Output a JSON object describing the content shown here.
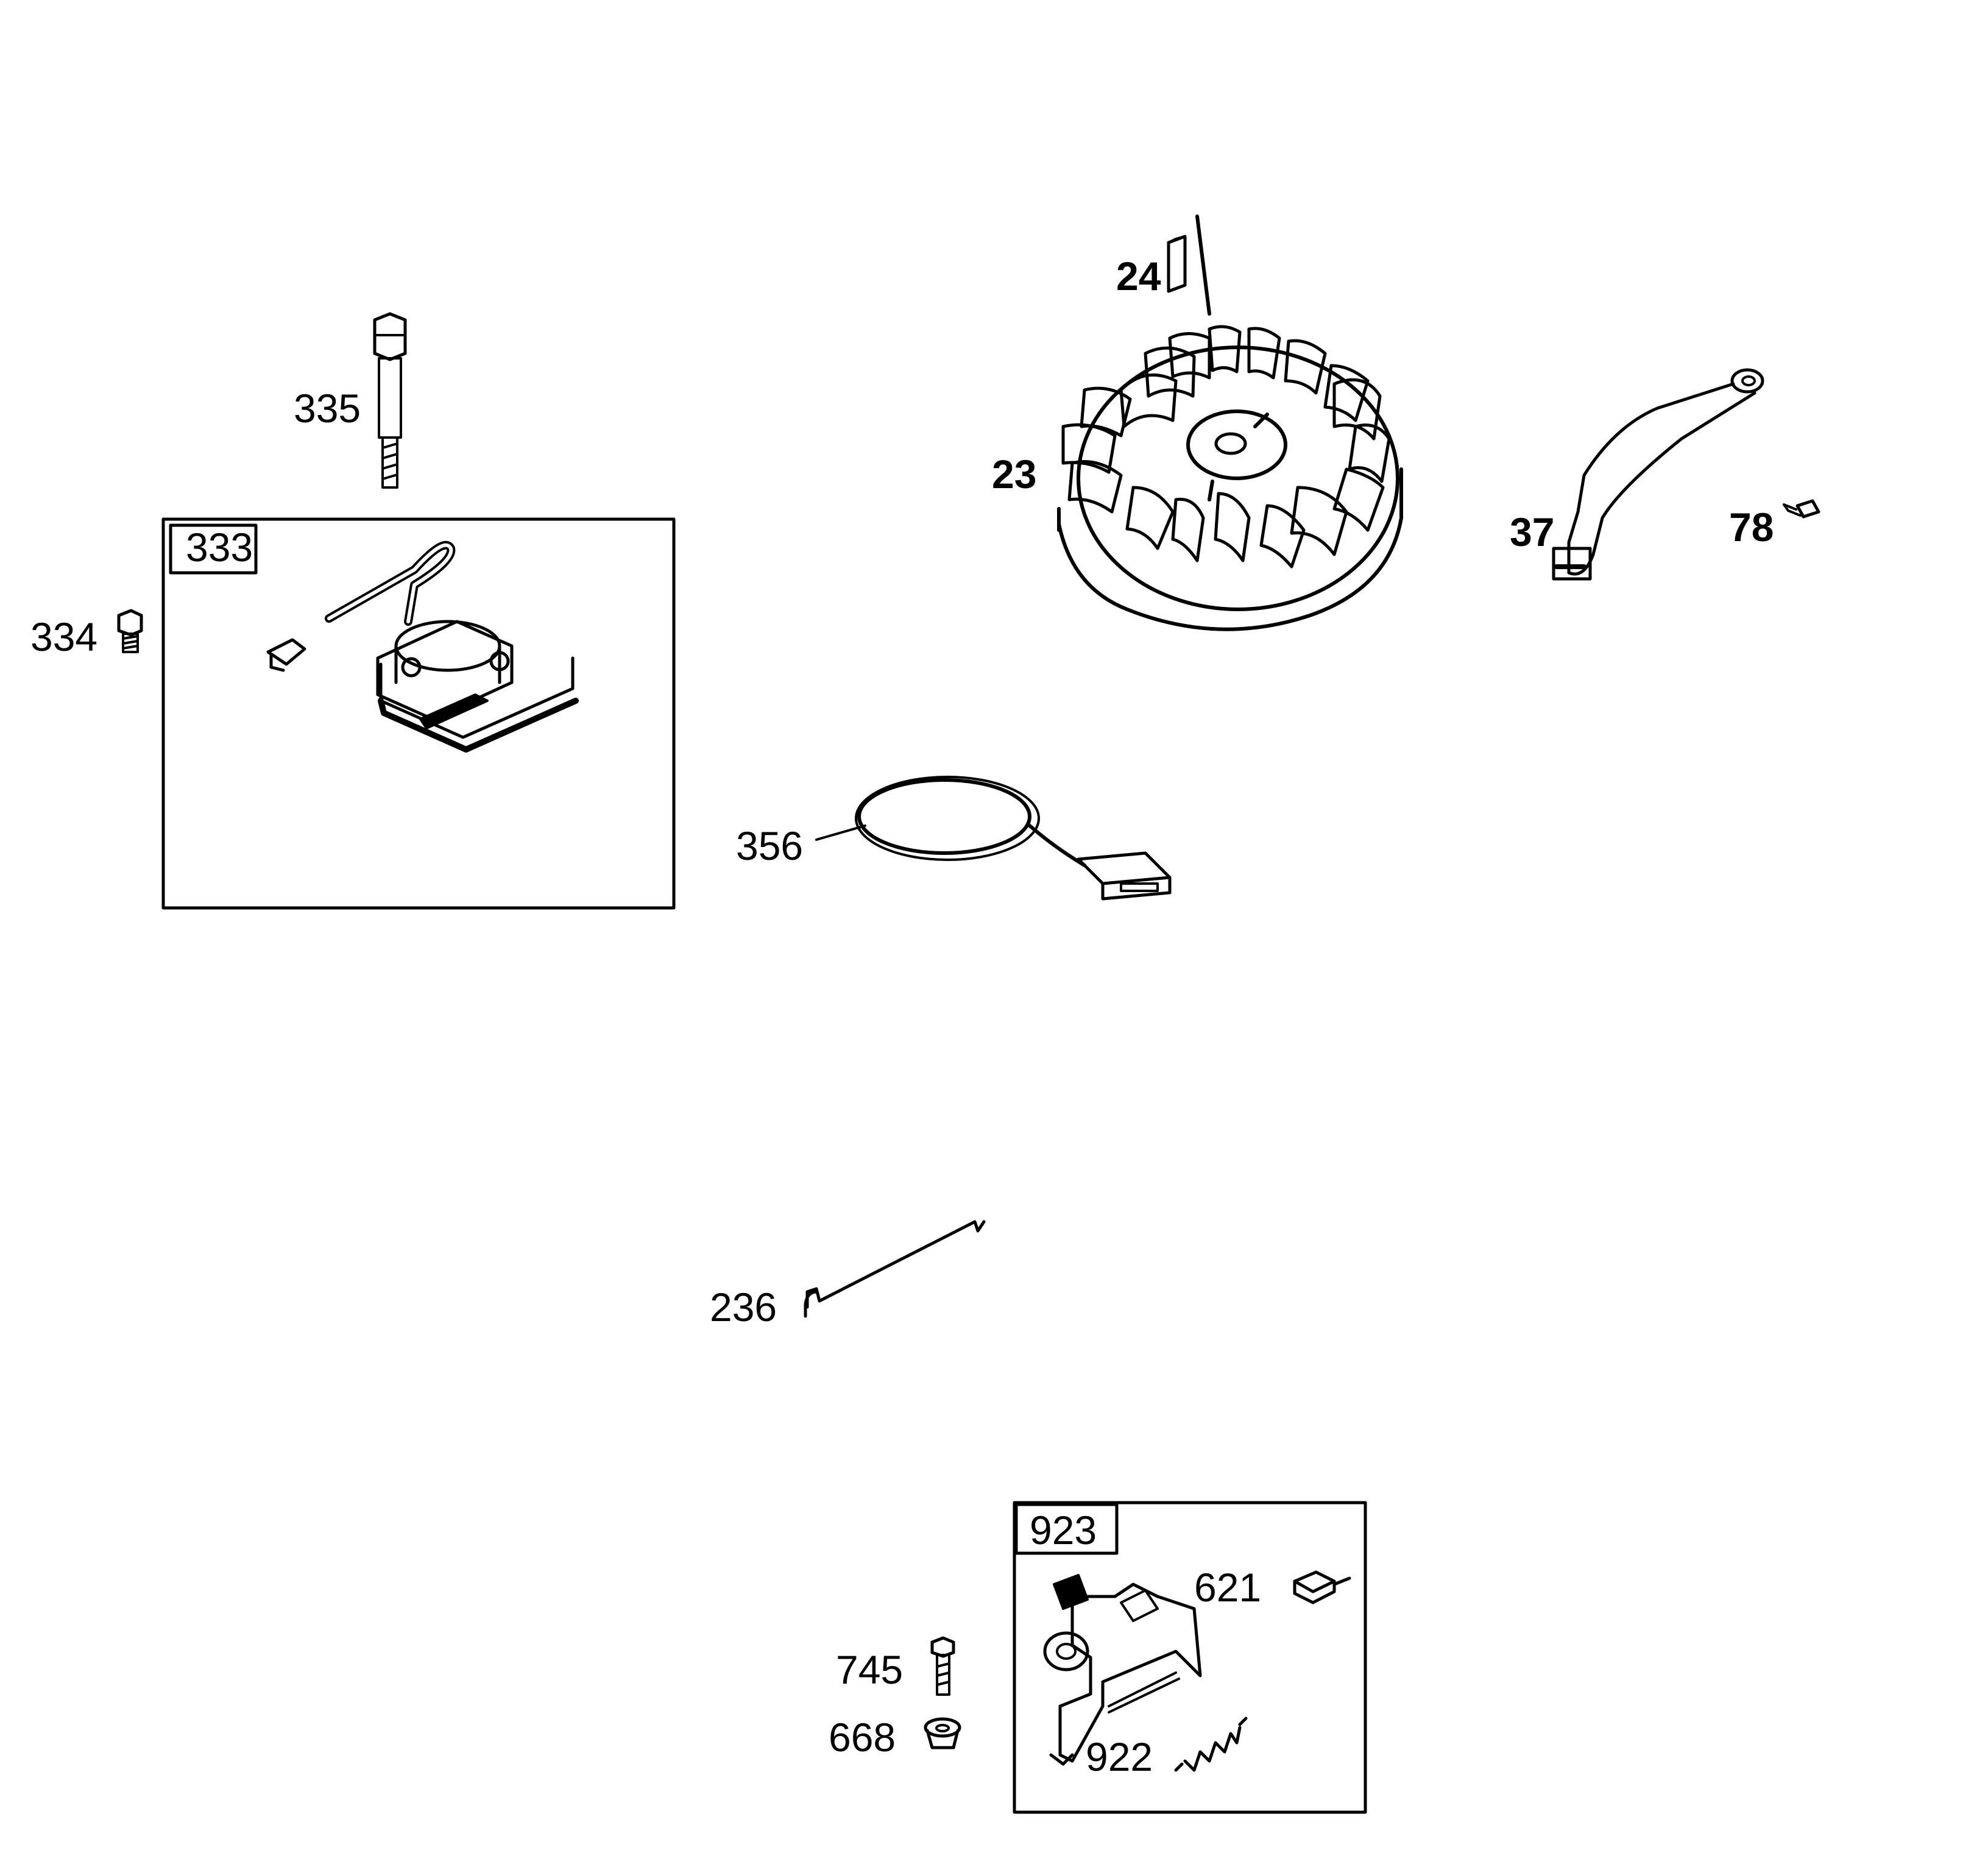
{
  "diagram": {
    "line_color": "#000000",
    "background": "#ffffff",
    "parts": [
      {
        "id": "p24",
        "label": "24",
        "name": "flywheel key"
      },
      {
        "id": "p23",
        "label": "23",
        "name": "flywheel"
      },
      {
        "id": "p335",
        "label": "335",
        "name": "screw"
      },
      {
        "id": "p333",
        "label": "333",
        "name": "armature"
      },
      {
        "id": "p334",
        "label": "334",
        "name": "screw"
      },
      {
        "id": "p37",
        "label": "37",
        "name": "ground wire"
      },
      {
        "id": "p78",
        "label": "78",
        "name": "screw"
      },
      {
        "id": "p356",
        "label": "356",
        "name": "stop switch wire"
      },
      {
        "id": "p236",
        "label": "236",
        "name": "link"
      },
      {
        "id": "p923",
        "label": "923",
        "name": "control bracket"
      },
      {
        "id": "p621",
        "label": "621",
        "name": "clip"
      },
      {
        "id": "p745",
        "label": "745",
        "name": "screw"
      },
      {
        "id": "p668",
        "label": "668",
        "name": "bushing"
      },
      {
        "id": "p922",
        "label": "922",
        "name": "spring"
      }
    ]
  }
}
